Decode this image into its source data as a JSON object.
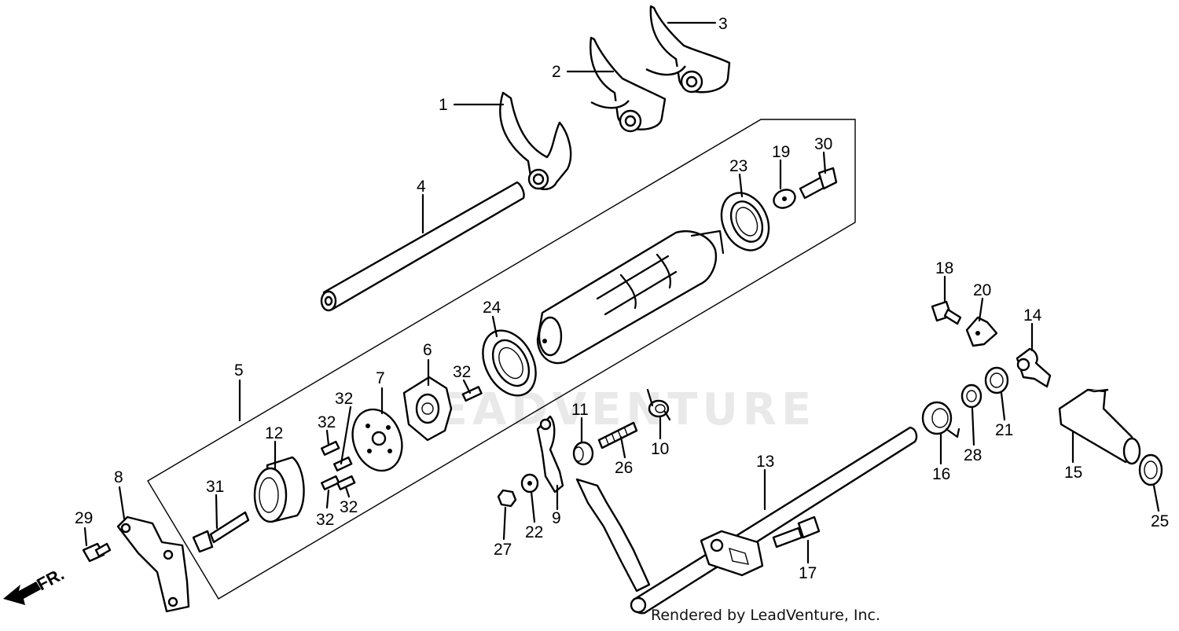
{
  "watermark": "LEADVENTURE",
  "credit": "Rendered by LeadVenture, Inc.",
  "direction_label": "FR.",
  "callouts": [
    {
      "id": "1",
      "label": "1"
    },
    {
      "id": "2",
      "label": "2"
    },
    {
      "id": "3",
      "label": "3"
    },
    {
      "id": "4",
      "label": "4"
    },
    {
      "id": "5",
      "label": "5"
    },
    {
      "id": "6",
      "label": "6"
    },
    {
      "id": "7",
      "label": "7"
    },
    {
      "id": "8",
      "label": "8"
    },
    {
      "id": "9",
      "label": "9"
    },
    {
      "id": "10",
      "label": "10"
    },
    {
      "id": "11",
      "label": "11"
    },
    {
      "id": "12",
      "label": "12"
    },
    {
      "id": "13",
      "label": "13"
    },
    {
      "id": "14",
      "label": "14"
    },
    {
      "id": "15",
      "label": "15"
    },
    {
      "id": "16",
      "label": "16"
    },
    {
      "id": "17",
      "label": "17"
    },
    {
      "id": "18",
      "label": "18"
    },
    {
      "id": "19",
      "label": "19"
    },
    {
      "id": "20",
      "label": "20"
    },
    {
      "id": "21",
      "label": "21"
    },
    {
      "id": "22",
      "label": "22"
    },
    {
      "id": "23",
      "label": "23"
    },
    {
      "id": "24",
      "label": "24"
    },
    {
      "id": "25",
      "label": "25"
    },
    {
      "id": "26",
      "label": "26"
    },
    {
      "id": "27",
      "label": "27"
    },
    {
      "id": "28",
      "label": "28"
    },
    {
      "id": "29",
      "label": "29"
    },
    {
      "id": "30",
      "label": "30"
    },
    {
      "id": "31",
      "label": "31"
    },
    {
      "id": "32a",
      "label": "32"
    },
    {
      "id": "32b",
      "label": "32"
    },
    {
      "id": "32c",
      "label": "32"
    },
    {
      "id": "32d",
      "label": "32"
    },
    {
      "id": "32e",
      "label": "32"
    }
  ]
}
